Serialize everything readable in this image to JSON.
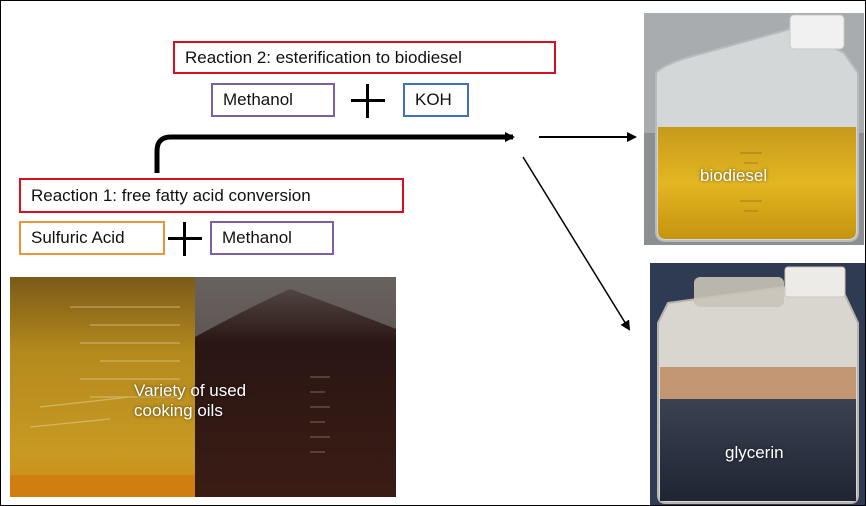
{
  "reaction2": {
    "title": "Reaction 2: esterification to biodiesel",
    "reagent_a": "Methanol",
    "reagent_b": "KOH"
  },
  "reaction1": {
    "title": "Reaction 1: free fatty acid conversion",
    "reagent_a": "Sulfuric Acid",
    "reagent_b": "Methanol"
  },
  "photos": {
    "oils_label_line1": "Variety of used",
    "oils_label_line2": "cooking oils",
    "biodiesel_label": "biodiesel",
    "glycerin_label": "glycerin"
  },
  "colors": {
    "reaction_border": "#d6101e",
    "methanol_border": "#7d5fa3",
    "koh_border": "#3f70bd",
    "sulfuric_border": "#e8953b"
  }
}
